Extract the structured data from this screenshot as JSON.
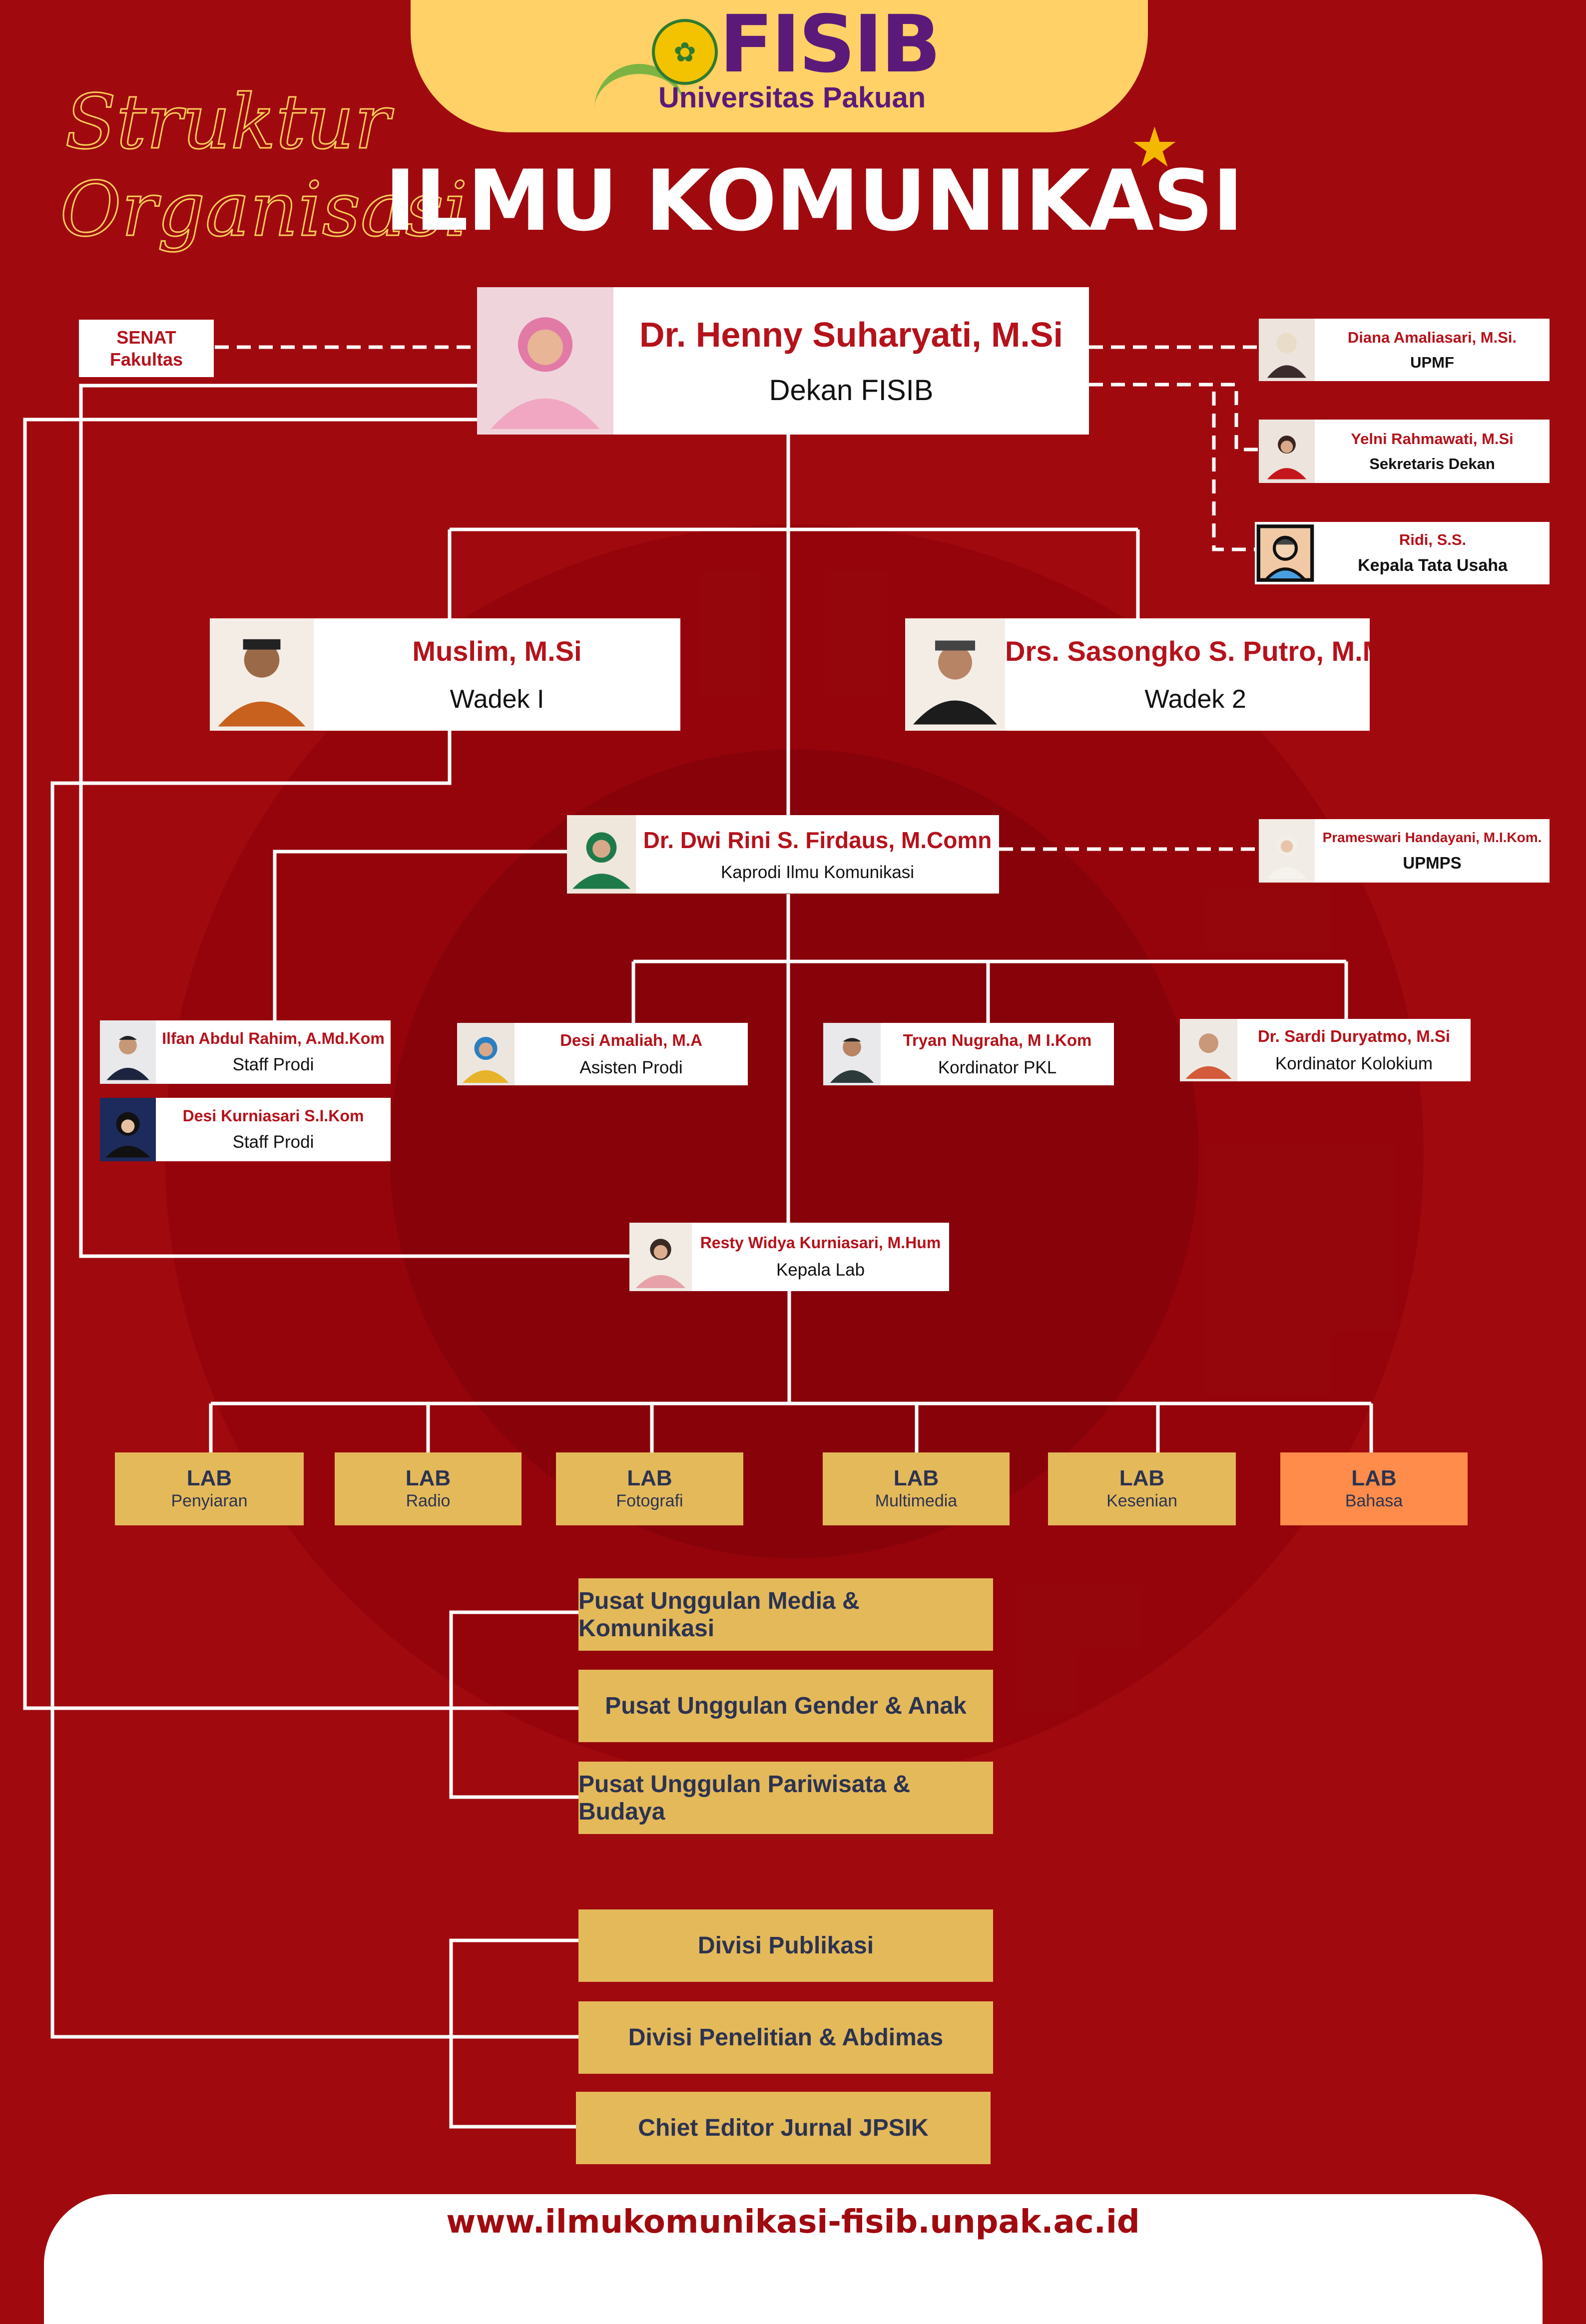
{
  "header": {
    "logo_text": "FISIB",
    "logo_subtext": "Universitas Pakuan",
    "script_line1": "Struktur",
    "script_line2": "Organisasi",
    "title": "ILMU KOMUNIKASI"
  },
  "senat": {
    "line1": "SENAT",
    "line2": "Fakultas"
  },
  "dekan": {
    "name": "Dr. Henny Suharyati, M.Si",
    "role": "Dekan FISIB"
  },
  "side_staff": [
    {
      "name": "Diana Amaliasari, M.Si.",
      "role": "UPMF"
    },
    {
      "name": "Yelni Rahmawati, M.Si",
      "role": "Sekretaris  Dekan"
    },
    {
      "name": "Ridi, S.S.",
      "role": "Kepala Tata Usaha"
    }
  ],
  "wadek1": {
    "name": "Muslim, M.Si",
    "role": "Wadek I"
  },
  "wadek2": {
    "name": "Drs. Sasongko S. Putro, M.M",
    "role": "Wadek 2"
  },
  "kaprodi": {
    "name": "Dr. Dwi Rini S. Firdaus, M.Comn",
    "role": "Kaprodi Ilmu Komunikasi"
  },
  "upmps": {
    "name": "Prameswari Handayani, M.I.Kom.",
    "role": "UPMPS"
  },
  "staff_prodi": [
    {
      "name": "Ilfan Abdul Rahim, A.Md.Kom",
      "role": "Staff Prodi"
    },
    {
      "name": "Desi Kurniasari S.I.Kom",
      "role": "Staff Prodi"
    }
  ],
  "prodi_staff": [
    {
      "name": "Desi Amaliah, M.A",
      "role": "Asisten Prodi"
    },
    {
      "name": "Tryan Nugraha, M I.Kom",
      "role": "Kordinator PKL"
    },
    {
      "name": "Dr. Sardi Duryatmo, M.Si",
      "role": "Kordinator Kolokium"
    }
  ],
  "kepala_lab": {
    "name": "Resty Widya Kurniasari, M.Hum",
    "role": "Kepala Lab"
  },
  "labs": [
    {
      "title": "LAB",
      "name": "Penyiaran"
    },
    {
      "title": "LAB",
      "name": "Radio"
    },
    {
      "title": "LAB",
      "name": "Fotografi"
    },
    {
      "title": "LAB",
      "name": "Multimedia"
    },
    {
      "title": "LAB",
      "name": "Kesenian"
    },
    {
      "title": "LAB",
      "name": "Bahasa"
    }
  ],
  "pusat_unggulan": [
    "Pusat Unggulan Media  & Komunikasi",
    "Pusat Unggulan Gender & Anak",
    "Pusat Unggulan  Pariwisata & Budaya"
  ],
  "divisi": [
    "Divisi Publikasi",
    "Divisi Penelitian & Abdimas",
    "Chiet Editor Jurnal JPSIK"
  ],
  "footer": {
    "url": "www.ilmukomunikasi-fisib.unpak.ac.id"
  },
  "colors": {
    "background": "#a00a0f",
    "accent_gold": "#e4b95a",
    "header_yellow": "#ffd166",
    "name_red": "#b5121b",
    "lab_highlight": "#ff8c4a",
    "logo_purple": "#5b1a7a"
  }
}
